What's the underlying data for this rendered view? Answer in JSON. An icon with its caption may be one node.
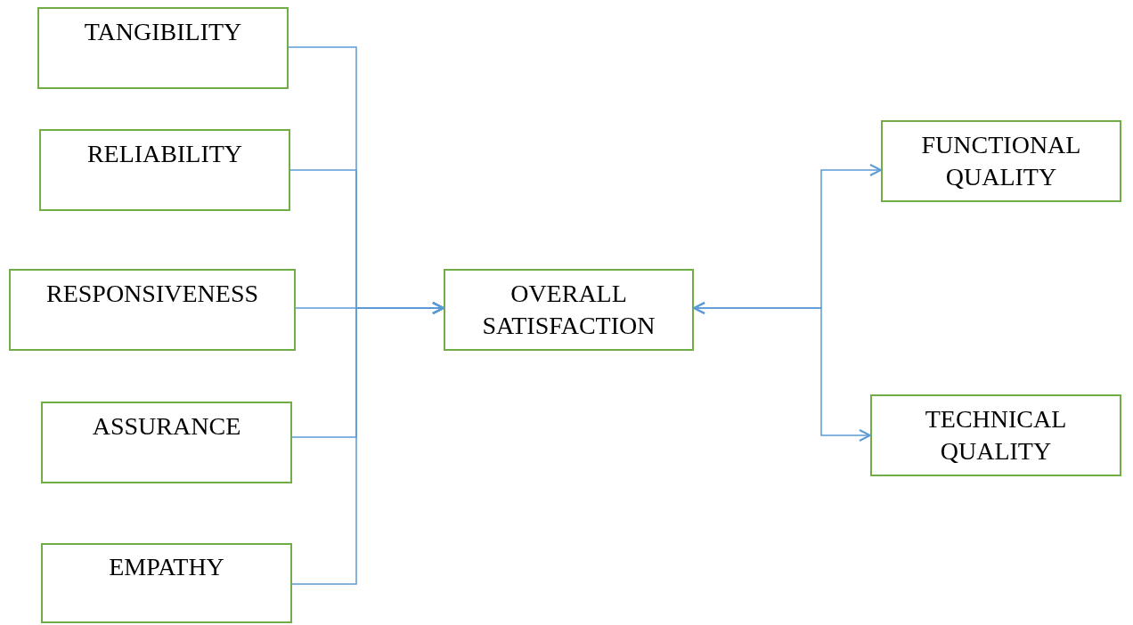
{
  "diagram": {
    "nodes": [
      {
        "text": [
          "TANGIBILITY"
        ]
      },
      {
        "text": [
          "RELIABILITY"
        ]
      },
      {
        "text": [
          "RESPONSIVENESS"
        ]
      },
      {
        "text": [
          "ASSURANCE"
        ]
      },
      {
        "text": [
          "EMPATHY"
        ]
      },
      {
        "text": [
          "OVERALL SATISFACTION"
        ]
      },
      {
        "text": [
          "FUNCTIONAL QUALITY"
        ]
      },
      {
        "text": [
          "TECHNICAL QUALITY"
        ]
      }
    ],
    "edges": [
      {
        "from": 0,
        "to": 5,
        "arrow": "to"
      },
      {
        "from": 1,
        "to": 5,
        "arrow": "to"
      },
      {
        "from": 2,
        "to": 5,
        "arrow": "to"
      },
      {
        "from": 3,
        "to": 5,
        "arrow": "to"
      },
      {
        "from": 4,
        "to": 5,
        "arrow": "to"
      },
      {
        "from": 5,
        "to": 6,
        "arrow": "both"
      },
      {
        "from": 5,
        "to": 7,
        "arrow": "both"
      }
    ]
  }
}
